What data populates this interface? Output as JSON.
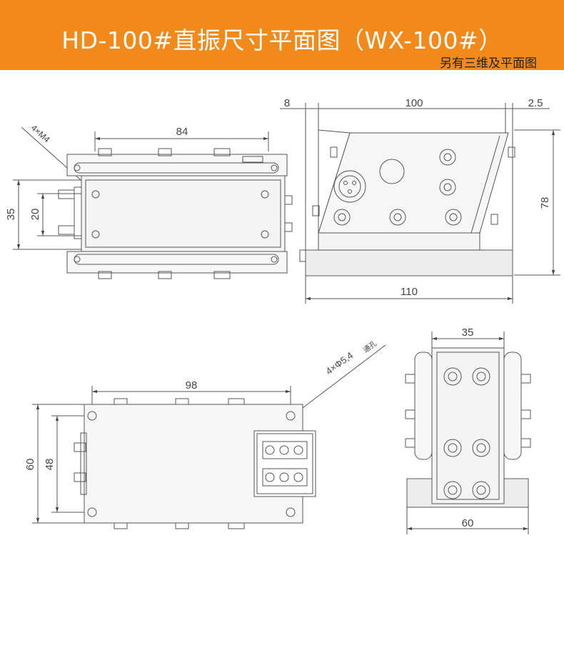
{
  "header": {
    "title": "HD-100#直振尺寸平面图（WX-100#）",
    "subtitle": "另有三维及平面图"
  },
  "colors": {
    "banner": "#f28a1b",
    "title_text": "#ffffff",
    "line": "#555555",
    "fill_body": "#f4f4f4",
    "fill_base": "#e8e8e8"
  },
  "top_view": {
    "dim_length": "84",
    "dim_width": "35",
    "dim_hole_spacing": "20",
    "thread_label": "4×M4"
  },
  "side_view": {
    "dim_left": "8",
    "dim_top": "100",
    "dim_right": "2.5",
    "dim_height": "78",
    "dim_base": "110"
  },
  "bottom_view": {
    "dim_length": "98",
    "dim_width": "60",
    "dim_hole_spacing": "48",
    "hole_label": "4×Φ5,4",
    "hole_note": "通孔"
  },
  "end_view": {
    "dim_top": "35",
    "dim_base": "60"
  }
}
